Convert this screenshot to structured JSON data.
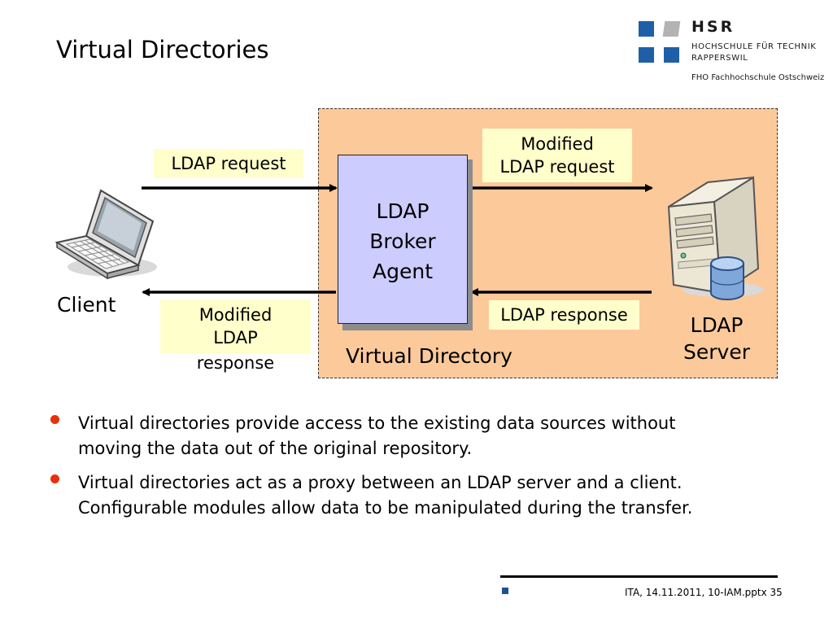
{
  "slide": {
    "title": "Virtual Directories"
  },
  "logo": {
    "name": "HSR",
    "line1": "HOCHSCHULE FÜR TECHNIK",
    "line2": "RAPPERSWIL",
    "line3": "FHO Fachhochschule Ostschweiz",
    "colors": {
      "blue": "#1f5fa8",
      "gray": "#b3b3b3"
    }
  },
  "diagram": {
    "client_label": "Client",
    "server_label_line1": "LDAP",
    "server_label_line2": "Server",
    "broker_line1": "LDAP",
    "broker_line2": "Broker",
    "broker_line3": "Agent",
    "virtual_directory_label": "Virtual Directory",
    "ldap_request": "LDAP request",
    "modified_request_line1": "Modified",
    "modified_request_line2": "LDAP request",
    "modified_response_line1": "Modified",
    "modified_response_line2": "LDAP",
    "modified_response_line3": "response",
    "ldap_response": "LDAP response",
    "colors": {
      "virtual_directory_fill": "#fcc99b",
      "broker_fill": "#ccccff",
      "label_fill": "#ffffcc"
    },
    "icons": [
      "laptop-icon",
      "server-icon"
    ]
  },
  "bullets": [
    {
      "line1": "Virtual directories provide access to the existing data sources without",
      "line2": "moving the data out of the original repository."
    },
    {
      "line1": "Virtual directories act as a proxy between an LDAP server and a client.",
      "line2": "Configurable modules allow data to be manipulated during the transfer."
    }
  ],
  "footer": {
    "text": "ITA, 14.11.2011, 10-IAM.pptx 35"
  }
}
